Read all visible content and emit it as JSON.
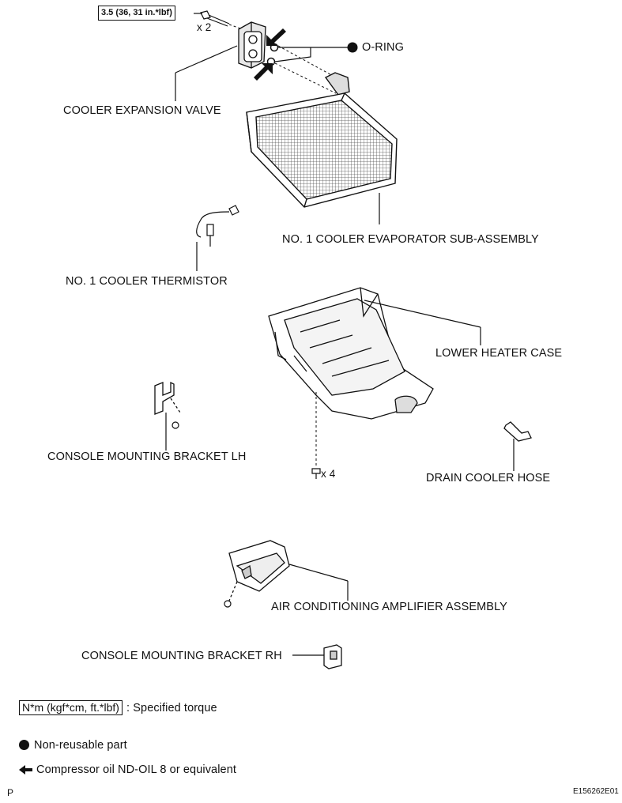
{
  "torque_spec": "3.5 (36, 31 in.*lbf)",
  "bolt_qty": "x 2",
  "screw_qty": "x 4",
  "labels": {
    "o_ring": "O-RING",
    "cooler_expansion_valve": "COOLER EXPANSION VALVE",
    "evaporator": "NO. 1 COOLER EVAPORATOR SUB-ASSEMBLY",
    "thermistor": "NO. 1 COOLER THERMISTOR",
    "lower_heater_case": "LOWER HEATER CASE",
    "bracket_lh": "CONSOLE MOUNTING BRACKET LH",
    "drain_hose": "DRAIN COOLER HOSE",
    "amplifier": "AIR CONDITIONING AMPLIFIER ASSEMBLY",
    "bracket_rh": "CONSOLE MOUNTING BRACKET RH"
  },
  "legend": {
    "torque_units": "N*m (kgf*cm, ft.*lbf)",
    "torque_desc": ": Specified torque",
    "non_reusable": "Non-reusable part",
    "compressor_oil": "Compressor oil ND-OIL 8 or equivalent"
  },
  "corner_left": "P",
  "figure_code": "E156262E01",
  "icons": [
    "bolt-icon",
    "o-ring-dot-icon",
    "oil-arrow-icon",
    "screw-icon"
  ]
}
